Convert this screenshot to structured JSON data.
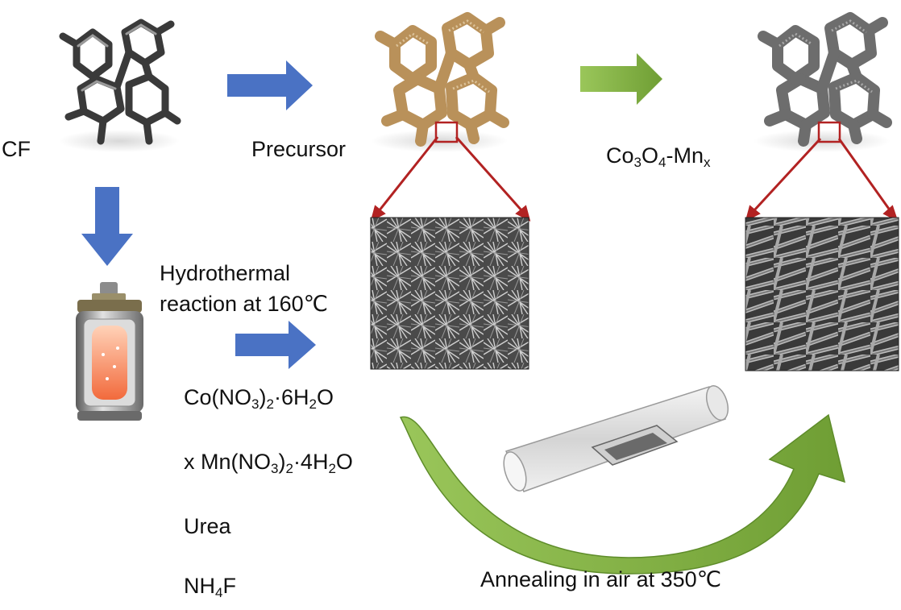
{
  "labels": {
    "cf": "CF",
    "precursor": "Precursor",
    "product_base": "Co",
    "product_sub1": "3",
    "product_mid": "O",
    "product_sub2": "4",
    "product_tail": "-Mn",
    "product_sub3": "x",
    "hydrothermal_line1": "Hydrothermal",
    "hydrothermal_line2": "reaction at 160℃",
    "annealing": "Annealing in air at 350℃"
  },
  "reagents": {
    "cobalt": {
      "a": "Co(NO",
      "s1": "3",
      "b": ")",
      "s2": "2",
      "c": "·6H",
      "s3": "2",
      "d": "O"
    },
    "manganese": {
      "a": "x Mn(NO",
      "s1": "3",
      "b": ")",
      "s2": "2",
      "c": "·4H",
      "s3": "2",
      "d": "O"
    },
    "urea": "Urea",
    "ammonium_fluoride": {
      "a": "NH",
      "s1": "4",
      "b": "F"
    }
  },
  "colors": {
    "blue_arrow": "#4a72c4",
    "green_arrow": "#8ab84a",
    "red_callout": "#b22222",
    "cf_foam": "#3a3a3a",
    "precursor_foam": "#b9915a",
    "product_foam": "#6d6d6d",
    "sem_dark": "#3c3c3c",
    "autoclave_glow": "#f26a3c"
  }
}
